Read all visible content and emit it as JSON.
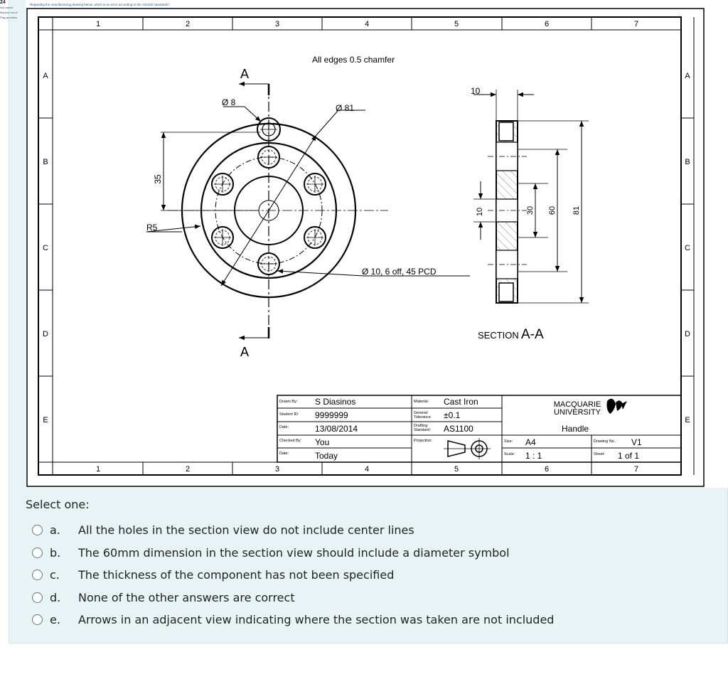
{
  "question_info": {
    "number_label": "24",
    "status": "Not saved",
    "marks": "Marked out of",
    "flag": "Flag question"
  },
  "question_text": "Regarding the manufacturing drawing below, which is an error according to the AS1100 standards?",
  "drawing": {
    "columns": [
      "1",
      "2",
      "3",
      "4",
      "5",
      "6",
      "7"
    ],
    "rows": [
      "A",
      "B",
      "C",
      "D",
      "E"
    ],
    "note": "All edges 0.5 chamfer",
    "section_letter": "A",
    "section_title_word": "SECTION",
    "section_title_id": "A-A",
    "front_view": {
      "hole_dia": "Ø 8",
      "outer_dia": "Ø 81",
      "radius": "R5",
      "height_dim": "35",
      "pattern_note": "Ø 10, 6 off, 45 PCD"
    },
    "section_view": {
      "thickness": "10",
      "dim_hole": "10",
      "dim_30": "30",
      "dim_60": "60",
      "dim_81": "81"
    },
    "title_block": {
      "drawn_by_label": "Drawn By:",
      "drawn_by": "S Diasinos",
      "student_id_label": "Student ID:",
      "student_id": "9999999",
      "date_label": "Date:",
      "date": "13/08/2014",
      "checked_by_label": "Checked By:",
      "checked_by": "You",
      "date2_label": "Date:",
      "date2": "Today",
      "material_label": "Material:",
      "material": "Cast Iron",
      "tolerance_label_1": "General",
      "tolerance_label_2": "Tolerance",
      "tolerance": "±0.1",
      "standard_label_1": "Drafting",
      "standard_label_2": "Standard:",
      "standard": "AS1100",
      "projection_label": "Projection:",
      "university_1": "MACQUARIE",
      "university_2": "UNIVERSITY",
      "part_name": "Handle",
      "size_label": "Size:",
      "size": "A4",
      "scale_label": "Scale:",
      "scale": "1 : 1",
      "drawing_no_label": "Drawing No.:",
      "drawing_no": "V1",
      "sheet_label": "Sheet:",
      "sheet": "1 of 1"
    }
  },
  "answers": {
    "prompt": "Select one:",
    "options": [
      {
        "letter": "a.",
        "text": "All the holes in the section view do not include center lines"
      },
      {
        "letter": "b.",
        "text": "The 60mm dimension in the section view should include a diameter symbol"
      },
      {
        "letter": "c.",
        "text": "The thickness of the component has not been specified"
      },
      {
        "letter": "d.",
        "text": "None of the other answers are correct"
      },
      {
        "letter": "e.",
        "text": "Arrows in an adjacent view indicating where the section was taken are not included"
      }
    ]
  }
}
